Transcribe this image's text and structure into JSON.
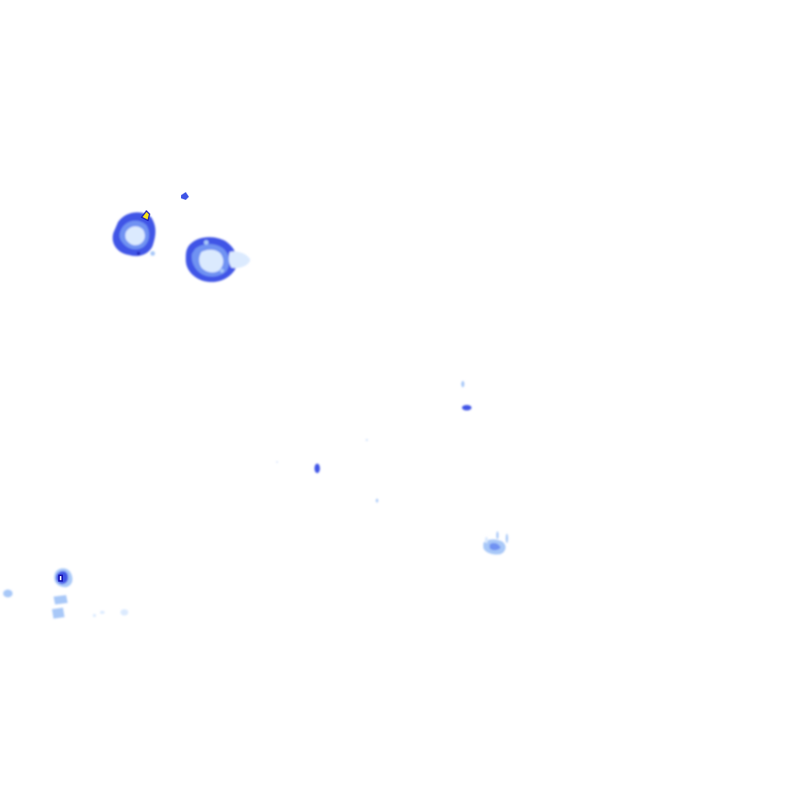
{
  "layer": {
    "type": "precipitation-radar-overlay",
    "legend_visible": false,
    "text_visible": false
  },
  "colors": {
    "background": "#ffffff",
    "very_light": "#dbeafe",
    "light": "#a8c8f8",
    "medium": "#6f92f2",
    "strong": "#3f55e6",
    "deep": "#2a2fd8",
    "core": "#1c1ab5",
    "peak_yellow": "#f5e11a",
    "peak_white": "#ffffff"
  },
  "echoes": [
    {
      "name": "storm-cell-west",
      "intensity": "strong",
      "has_peak": true
    },
    {
      "name": "storm-cell-central",
      "intensity": "strong",
      "has_peak": false
    },
    {
      "name": "small-echo-north",
      "intensity": "deep",
      "has_peak": false
    },
    {
      "name": "echo-east-pair",
      "intensity": "medium",
      "has_peak": false
    },
    {
      "name": "echo-central-small",
      "intensity": "strong",
      "has_peak": false
    },
    {
      "name": "echo-southeast-cluster",
      "intensity": "light",
      "has_peak": false
    },
    {
      "name": "echo-southwest-cluster",
      "intensity": "deep",
      "has_peak": true
    }
  ]
}
